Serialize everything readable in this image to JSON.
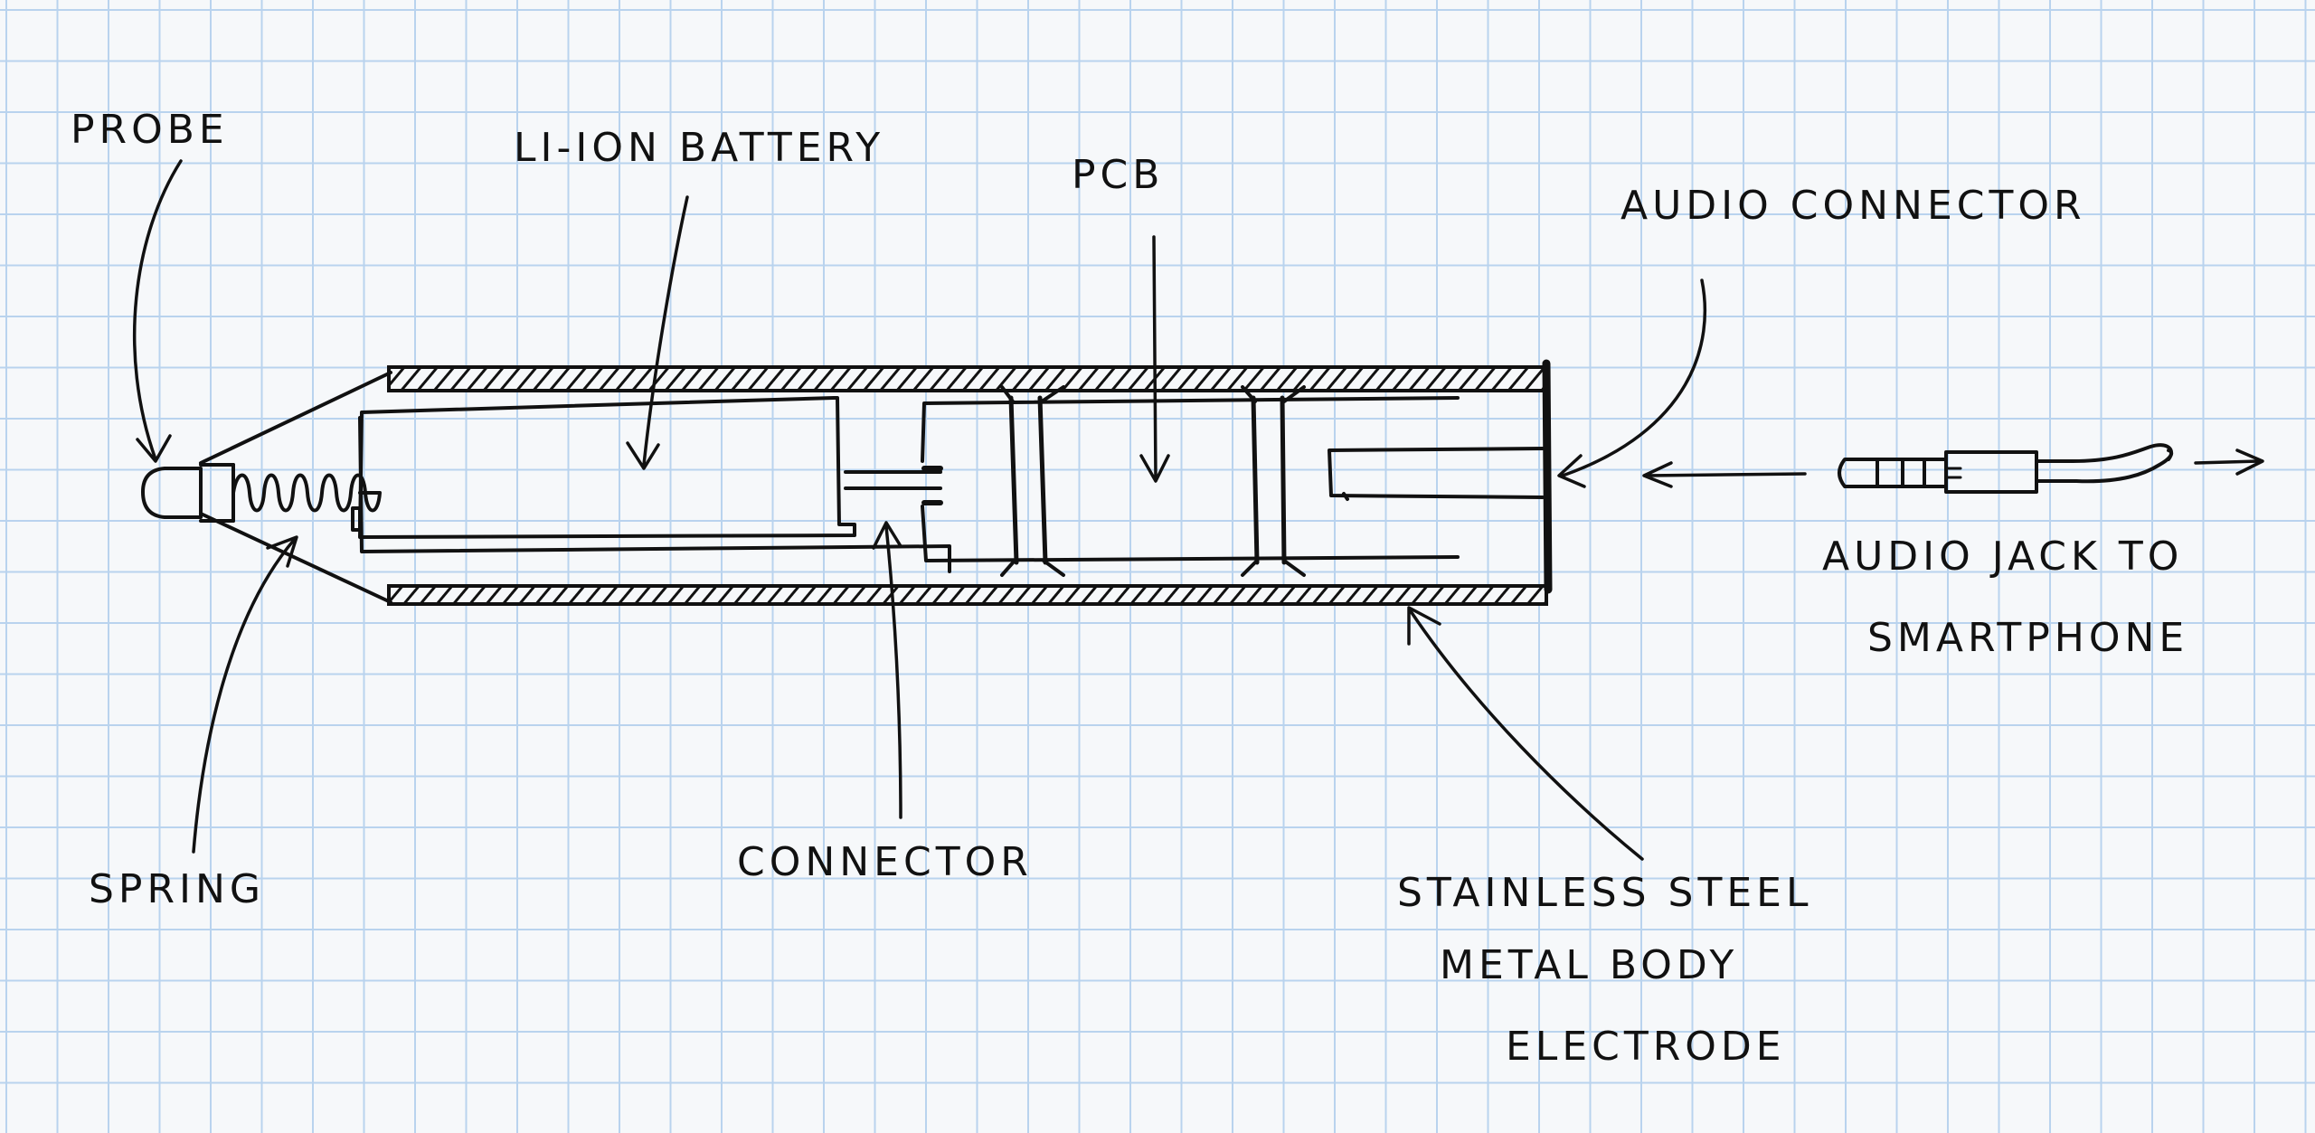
{
  "labels": {
    "probe": "PROBE",
    "battery": "LI-ION BATTERY",
    "pcb": "PCB",
    "audio_connector": "AUDIO CONNECTOR",
    "jack_line1": "AUDIO JACK TO",
    "jack_line2": "SMARTPHONE",
    "spring": "SPRING",
    "connector": "CONNECTOR",
    "steel_line1": "STAINLESS STEEL",
    "steel_line2": "METAL BODY",
    "steel_line3": "ELECTRODE"
  },
  "colors": {
    "ink": "#111111",
    "grid": "#b9d3ee",
    "paper": "#f6f8fa"
  }
}
